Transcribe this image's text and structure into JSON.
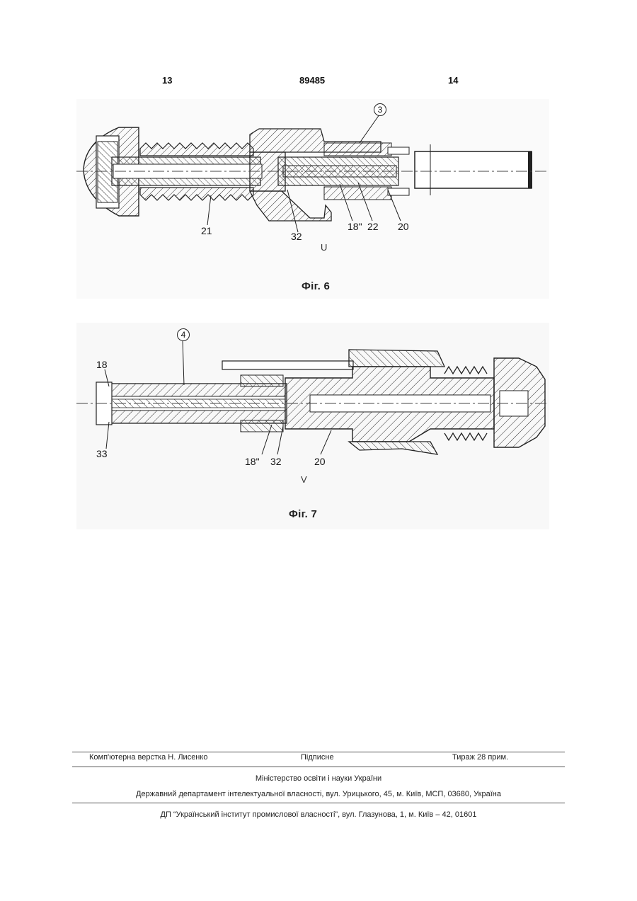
{
  "header": {
    "page_left": "13",
    "patent_number": "89485",
    "page_right": "14"
  },
  "figure6": {
    "caption": "Фіг. 6",
    "section_mark": "U",
    "circled_label": "3",
    "callouts": [
      "21",
      "32",
      "18\"",
      "22",
      "20"
    ]
  },
  "figure7": {
    "caption": "Фіг. 7",
    "section_mark": "V",
    "circled_label": "4",
    "callouts": [
      "18",
      "33",
      "18\"",
      "32",
      "20"
    ]
  },
  "imprint": {
    "typesetting": "Комп'ютерна верстка Н. Лисенко",
    "subscription": "Підписне",
    "circulation": "Тираж 28 прим.",
    "ministry": "Міністерство освіти і науки України",
    "department": "Державний департамент інтелектуальної власності, вул. Урицького, 45, м. Київ, МСП, 03680, Україна",
    "institute": "ДП “Український інститут промислової власності”, вул. Глазунова, 1, м. Київ – 42, 01601"
  }
}
